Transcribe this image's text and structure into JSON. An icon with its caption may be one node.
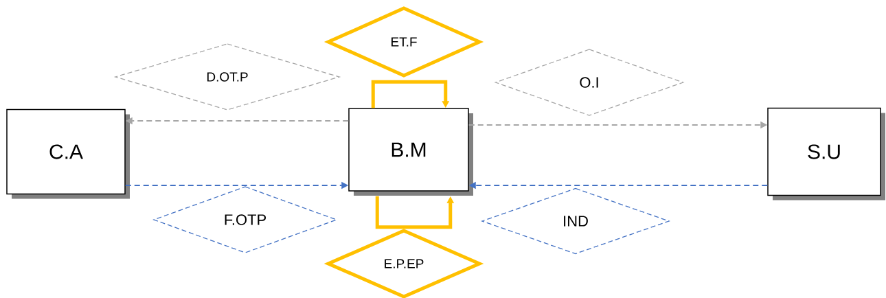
{
  "diagram": {
    "nodes": [
      {
        "text": [
          "C.A"
        ]
      },
      {
        "text": [
          "B.M"
        ]
      },
      {
        "text": [
          "S.U"
        ]
      },
      {
        "text": [
          "ET.F"
        ]
      },
      {
        "text": [
          "D.OT.P"
        ]
      },
      {
        "text": [
          "O.I"
        ]
      },
      {
        "text": [
          "F.OTP"
        ]
      },
      {
        "text": [
          "IND"
        ]
      },
      {
        "text": [
          "E.P.EP"
        ]
      }
    ],
    "edges": [
      {
        "from": 1,
        "to": 0,
        "arrow": "to",
        "style": "dashed",
        "color": "#a6a6a6"
      },
      {
        "from": 1,
        "to": 2,
        "arrow": "to",
        "style": "dashed",
        "color": "#a6a6a6"
      },
      {
        "from": 0,
        "to": 1,
        "arrow": "to",
        "style": "dashed",
        "color": "#4472c4"
      },
      {
        "from": 2,
        "to": 1,
        "arrow": "to",
        "style": "dashed",
        "color": "#4472c4"
      },
      {
        "from": 1,
        "to": 1,
        "arrow": "to",
        "style": "thick",
        "color": "#ffc000"
      },
      {
        "from": 1,
        "to": 1,
        "arrow": "to",
        "style": "thick",
        "color": "#ffc000"
      }
    ]
  }
}
